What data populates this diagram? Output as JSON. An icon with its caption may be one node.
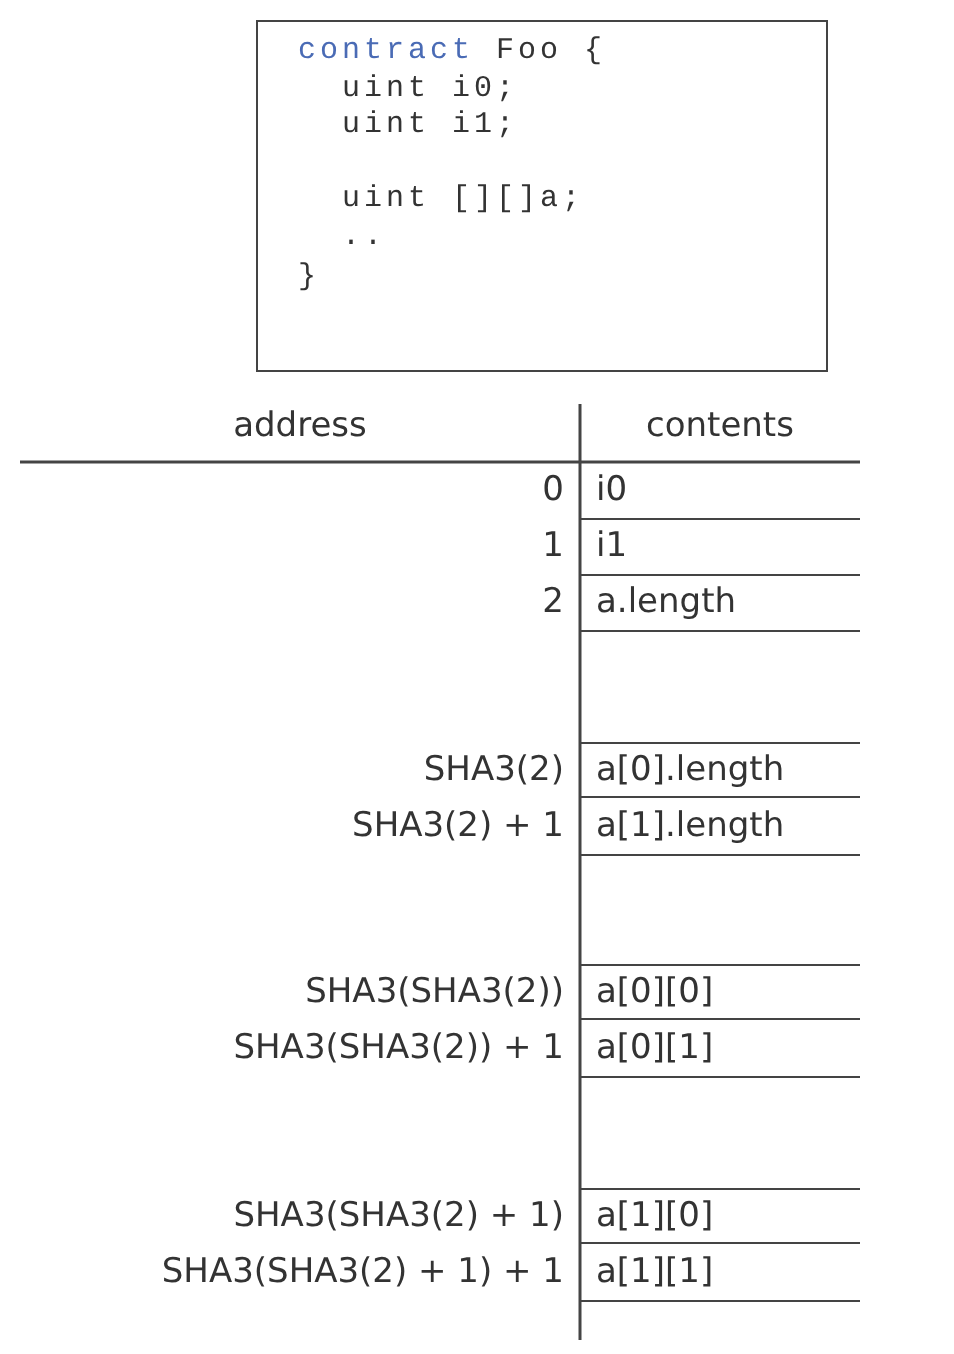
{
  "diagram": {
    "nodes": [
      {
        "text": [
          "contract Foo {",
          "uint i0;",
          "uint i1;",
          "uint [][]a;",
          "..",
          "}"
        ]
      }
    ],
    "labels": [
      "address",
      "contents",
      "0",
      "i0",
      "1",
      "i1",
      "2",
      "a.length",
      "SHA3(2)",
      "a[0].length",
      "SHA3(2) + 1",
      "a[1].length",
      "SHA3(SHA3(2))",
      "a[0][0]",
      "SHA3(SHA3(2)) + 1",
      "a[0][1]",
      "SHA3(SHA3(2) + 1)",
      "a[1][0]",
      "SHA3(SHA3(2) + 1) + 1",
      "a[1][1]"
    ]
  }
}
